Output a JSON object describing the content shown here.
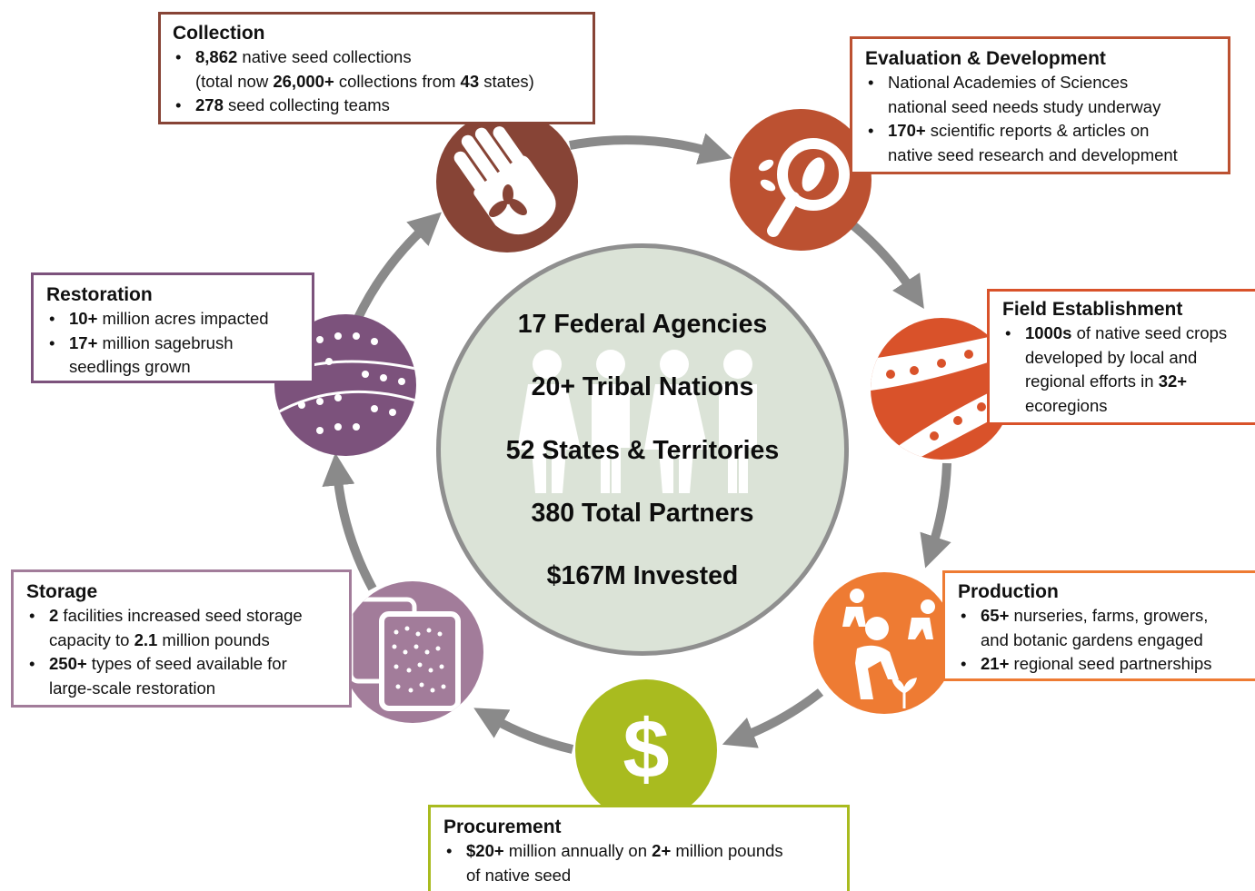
{
  "colors": {
    "collection": "#874436",
    "evaluation": "#bc5131",
    "field": "#d9522a",
    "production": "#ee7b33",
    "procurement": "#a9bb1f",
    "storage": "#a27c9a",
    "restoration": "#7c527c",
    "arrow": "#8a8a8a",
    "center": "#dbe3d7"
  },
  "center": {
    "agencies": "17 Federal Agencies",
    "tribal": "20+ Tribal Nations",
    "states": "52 States & Territories",
    "partners": "380 Total Partners",
    "invested": "$167M Invested",
    "icon": "people-icon"
  },
  "collection": {
    "title": "Collection",
    "icon": "hand-seed-icon",
    "b1": {
      "v1": "8,862",
      "t1": " native seed collections"
    },
    "b1b": {
      "t1": "(total now ",
      "v1": "26,000+",
      "t2": " collections from ",
      "v2": "43",
      "t3": " states)"
    },
    "b2": {
      "v1": "278",
      "t1": " seed collecting teams"
    }
  },
  "evaluation": {
    "title": "Evaluation & Development",
    "icon": "magnifier-leaf-icon",
    "b1": {
      "l1": "National Academies of Sciences",
      "l2": "national seed needs study underway"
    },
    "b2": {
      "v1": "170+",
      "t1": " scientific reports & articles on",
      "l2": "native seed research and development"
    }
  },
  "field": {
    "title": "Field Establishment",
    "icon": "crop-rows-icon",
    "b1": {
      "v1": "1000s",
      "t1": " of native seed crops",
      "l2": "developed by local and",
      "l3": "regional efforts in ",
      "v2": "32+",
      "l4": "ecoregions"
    }
  },
  "production": {
    "title": "Production",
    "icon": "gardeners-icon",
    "b1": {
      "v1": "65+",
      "t1": " nurseries, farms, growers,",
      "l2": "and botanic gardens engaged"
    },
    "b2": {
      "v1": "21+",
      "t1": " regional seed partnerships"
    }
  },
  "procurement": {
    "title": "Procurement",
    "icon": "dollar-icon",
    "symbol": "$",
    "b1": {
      "v1": "$20+",
      "t1": " million annually on ",
      "v2": "2+",
      "t2": " million pounds",
      "l2": "of native seed"
    }
  },
  "storage": {
    "title": "Storage",
    "icon": "seed-bags-icon",
    "b1": {
      "v1": "2",
      "t1": " facilities increased seed storage",
      "l2": "capacity to ",
      "v2": "2.1",
      "t2": " million pounds"
    },
    "b2": {
      "v1": "250+",
      "t1": " types of seed available for",
      "l2": "large-scale restoration"
    }
  },
  "restoration": {
    "title": "Restoration",
    "icon": "sagebrush-hills-icon",
    "b1": {
      "v1": "10+",
      "t1": " million acres impacted"
    },
    "b2": {
      "v1": "17+",
      "t1": " million sagebrush",
      "l2": "seedlings grown"
    }
  }
}
